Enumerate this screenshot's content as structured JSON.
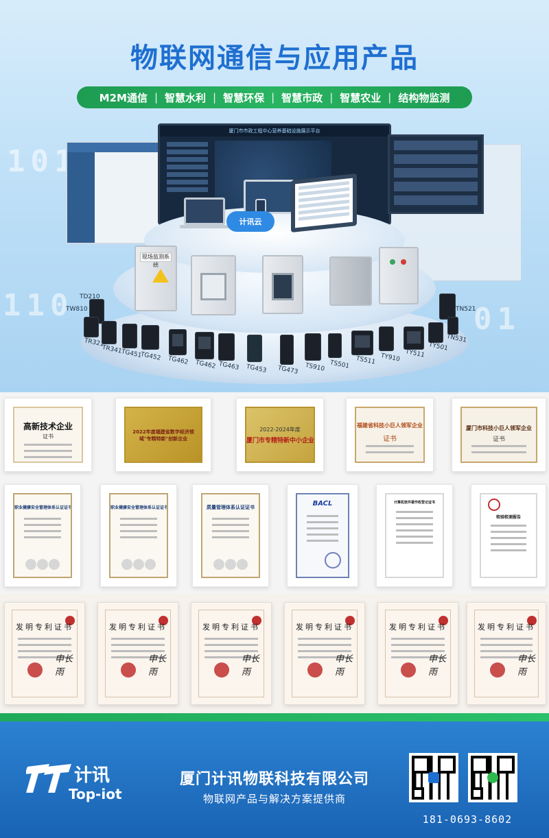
{
  "hero": {
    "title": "物联网通信与应用产品",
    "tags": [
      "M2M通信",
      "智慧水利",
      "智慧环保",
      "智慧市政",
      "智慧农业",
      "结构物监测"
    ],
    "separator": "|",
    "cloud_label": "计讯云",
    "main_screen_title": "厦门市市政工程中心营养基础设施展示平台",
    "cabinet_labels": [
      "现场监测系统"
    ],
    "device_labels_left": [
      "TD210",
      "TW810"
    ],
    "device_labels_right": [
      "TN521"
    ],
    "device_labels_row": [
      "TR321",
      "TR341",
      "TG451",
      "TG452",
      "TG462",
      "TG462",
      "TG463",
      "TG453",
      "TG473",
      "TS910",
      "TS501",
      "TS511",
      "TY910",
      "TY511",
      "TY501",
      "TN531"
    ]
  },
  "certificates_row1": [
    {
      "title": "高新技术企业",
      "subtitle": "证书"
    },
    {
      "title": "2022年度福建省数字经济领域\"专精特新\"创新企业",
      "subtitle": ""
    },
    {
      "title": "厦门市专精特新中小企业",
      "subtitle": "2022-2024年度"
    },
    {
      "title": "福建省科技小巨人领军企业",
      "subtitle": "证书"
    },
    {
      "title": "厦门市科技小巨人领军企业",
      "subtitle": "证书"
    }
  ],
  "certificates_row2": [
    {
      "title": "职业健康安全管理体系认证证书"
    },
    {
      "title": "职业健康安全管理体系认证证书"
    },
    {
      "title": "质量管理体系认证证书"
    },
    {
      "title": "BACL"
    },
    {
      "title": "计算机软件著作权登记证书"
    },
    {
      "title": "检验检测报告"
    }
  ],
  "patents": {
    "titles": [
      "发明专利证书",
      "发明专利证书",
      "发明专利证书",
      "发明专利证书",
      "发明专利证书",
      "发明专利证书"
    ],
    "signature": "申长雨"
  },
  "footer": {
    "logo_cn": "计讯",
    "logo_en": "Top-iot",
    "company": "厦门计讯物联科技有限公司",
    "slogan": "物联网产品与解决方案提供商",
    "phone": "181-0693-8602",
    "colors": {
      "brand_blue": "#1f6fd1",
      "brand_green": "#1d9c52"
    }
  }
}
